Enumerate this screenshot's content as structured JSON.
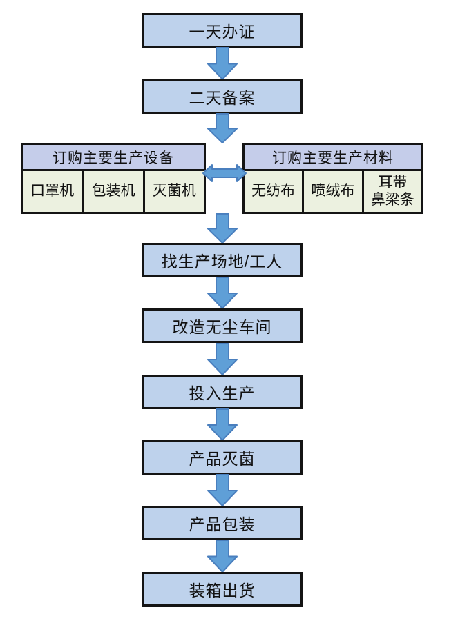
{
  "colors": {
    "background": "#ffffff",
    "box_fill": "#bed2ec",
    "header_fill": "#c5cdea",
    "cell_fill": "#ecf1e0",
    "gap_fill": "#ffffff",
    "border": "#141414",
    "arrow_fill": "#5f9fd7",
    "arrow_stroke": "#4a7fbe"
  },
  "flow": {
    "steps": [
      {
        "label": "一天办证"
      },
      {
        "label": "二天备案"
      },
      {
        "label": "找生产场地/工人"
      },
      {
        "label": "改造无尘车间"
      },
      {
        "label": "投入生产"
      },
      {
        "label": "产品灭菌"
      },
      {
        "label": "产品包装"
      },
      {
        "label": "装箱出货"
      }
    ]
  },
  "equipment_table": {
    "header": "订购主要生产设备",
    "cells": [
      {
        "label": "口罩机"
      },
      {
        "label": "包装机"
      },
      {
        "label": "灭菌机"
      }
    ]
  },
  "materials_table": {
    "header": "订购主要生产材料",
    "cells": [
      {
        "label": "无纺布"
      },
      {
        "label": "喷绒布"
      },
      {
        "label": "耳带\n鼻梁条"
      }
    ]
  },
  "icons": {
    "flow_connector": "down-arrow-icon",
    "exchange_connector": "double-arrow-icon"
  }
}
